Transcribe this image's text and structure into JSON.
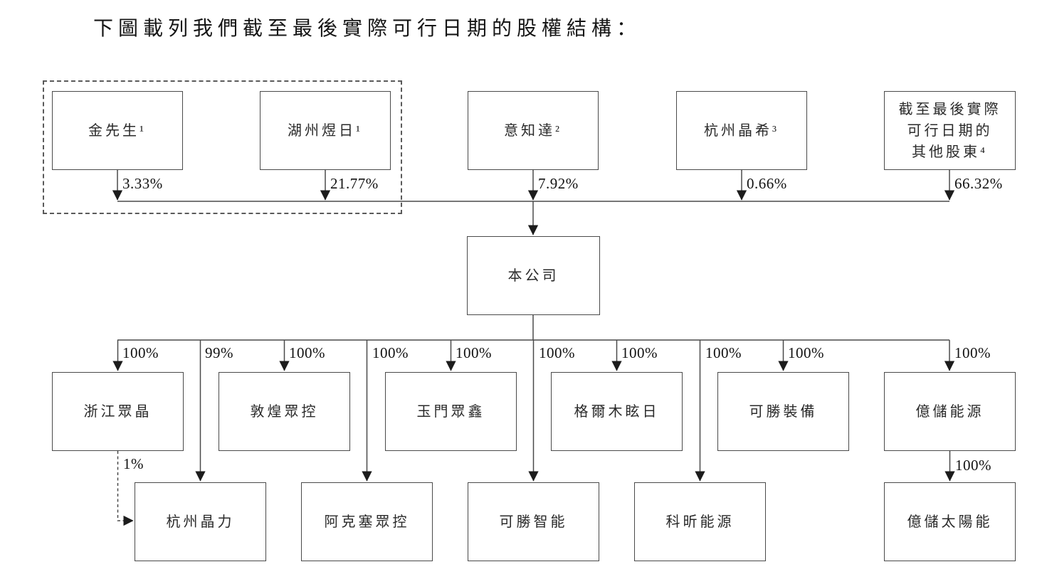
{
  "title": "下圖載列我們截至最後實際可行日期的股權結構：",
  "colors": {
    "ink": "#1a1a1a",
    "line": "#4a4a4a"
  },
  "top_shareholders": [
    {
      "name": "金先生¹",
      "percent": "3.33%"
    },
    {
      "name": "湖州煜日¹",
      "percent": "21.77%"
    },
    {
      "name": "意知達²",
      "percent": "7.92%"
    },
    {
      "name": "杭州晶希³",
      "percent": "0.66%"
    },
    {
      "name": "截至最後實際\n可行日期的\n其他股東⁴",
      "percent": "66.32%"
    }
  ],
  "company": {
    "name": "本公司"
  },
  "level1_subsidiaries": [
    {
      "name": "浙江眾晶",
      "percent": "100%"
    },
    {
      "name": "敦煌眾控",
      "percent": "100%"
    },
    {
      "name": "玉門眾鑫",
      "percent": "100%"
    },
    {
      "name": "格爾木眩日",
      "percent": "100%"
    },
    {
      "name": "可勝裝備",
      "percent": "100%"
    },
    {
      "name": "億儲能源",
      "percent": "100%"
    }
  ],
  "level2_subsidiaries": [
    {
      "name": "杭州晶力",
      "percent": "99%"
    },
    {
      "name": "阿克塞眾控",
      "percent": "100%"
    },
    {
      "name": "可勝智能",
      "percent": "100%"
    },
    {
      "name": "科昕能源",
      "percent": "100%"
    }
  ],
  "level3_subsidiary": {
    "name": "億儲太陽能",
    "percent": "100%"
  },
  "cross_shareholding": {
    "from": "浙江眾晶",
    "to": "杭州晶力",
    "percent": "1%"
  }
}
